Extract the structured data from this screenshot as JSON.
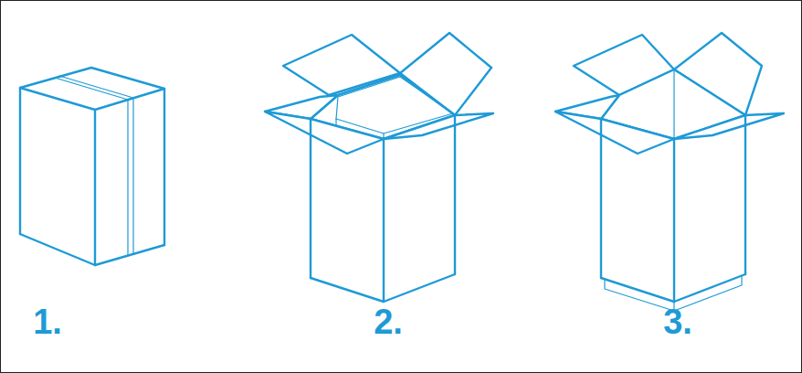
{
  "diagram": {
    "labels": [
      "1.",
      "2.",
      "3."
    ]
  }
}
